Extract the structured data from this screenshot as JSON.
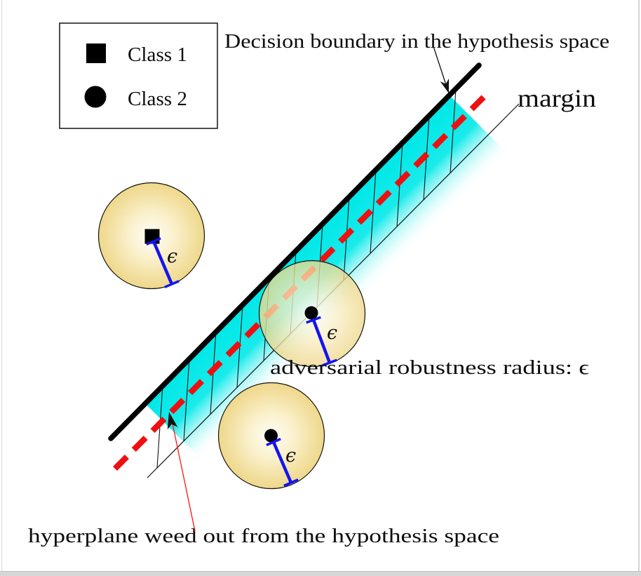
{
  "figure": {
    "legend": {
      "items": [
        {
          "symbol": "square",
          "label": "Class 1"
        },
        {
          "symbol": "circle",
          "label": "Class 2"
        }
      ]
    },
    "labels": {
      "decision_boundary": "Decision boundary in the hypothesis space",
      "margin": "margin",
      "robustness_radius": "adversarial robustness radius: ϵ",
      "weed_out": "hyperplane weed out from the hypothesis space",
      "epsilon": "ϵ"
    },
    "colors": {
      "decision_boundary": "#000000",
      "weed_out_hyperplane": "#ee1010",
      "weed_out_text": "#fb1412",
      "margin_band": "#00e8e8",
      "robustness_ball_edge": "#eed686",
      "robustness_ball_center": "#fffef8",
      "radius_marker": "#1414f0",
      "class_marker": "#000000"
    }
  }
}
